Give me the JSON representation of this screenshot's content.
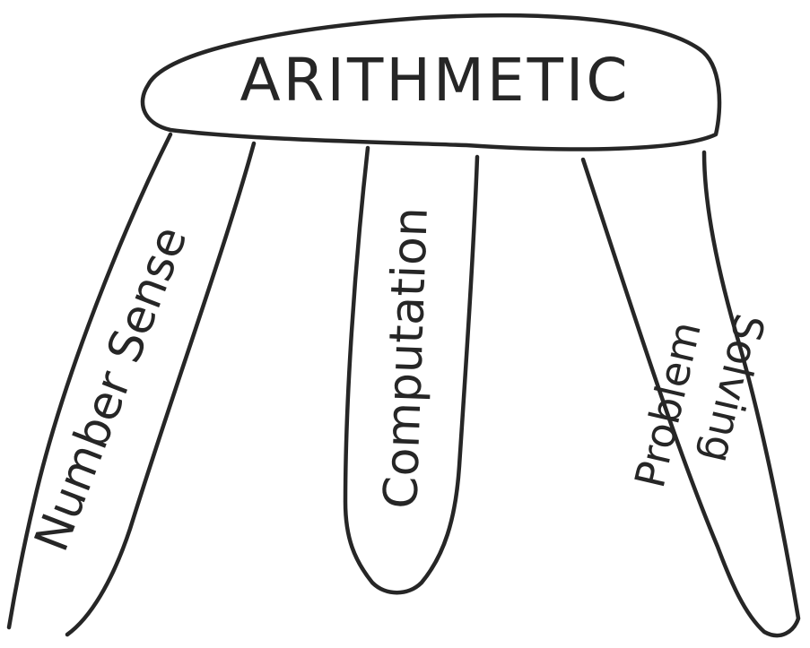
{
  "diagram": {
    "seat": {
      "label": "ARITHMETIC"
    },
    "legs": [
      {
        "label": "Number Sense"
      },
      {
        "label": "Computation"
      },
      {
        "label_line1": "Problem",
        "label_line2": "Solving"
      }
    ],
    "ink_color": "#262626",
    "background_color": "#ffffff"
  }
}
